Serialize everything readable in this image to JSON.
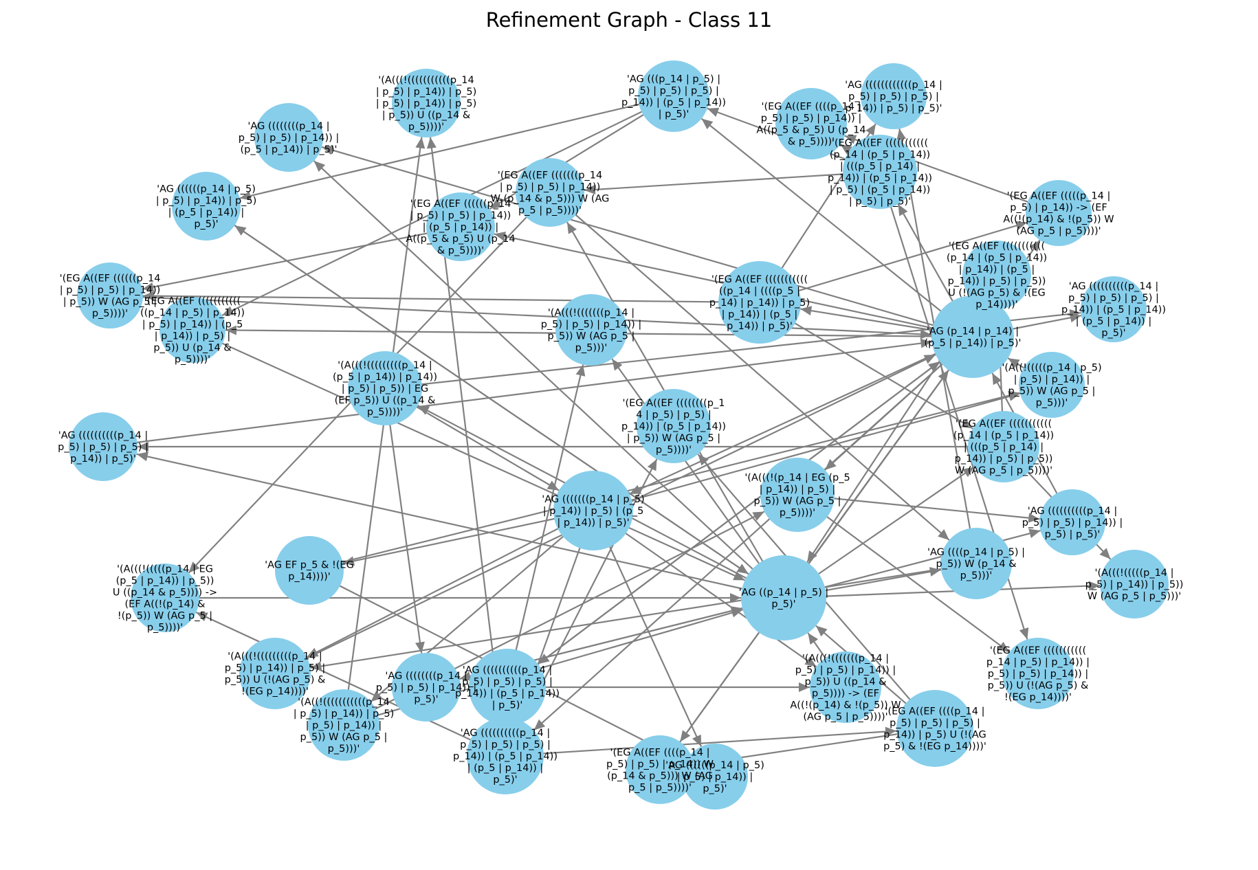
{
  "title": "Refinement Graph - Class 11",
  "colors": {
    "node": "#87ceeb",
    "edge": "#808080",
    "text": "#000000",
    "background": "#ffffff"
  },
  "nodes": [
    {
      "label": "'AG (p_14 | p_14) | (p_5 | p_14)) | p_5)'"
    },
    {
      "label": "'AG ((p_14 | p_5) | p_5)'"
    },
    {
      "label": "'AG (((((((p_14 | p_5) | p_14)) | p_5) | (p_5 | p_14)) | p_5)'"
    },
    {
      "label": "'AG ((((((((((p_14 | p_5) | p_5) | p_5) | p_14)) | (p_5 | p_14)) | (p_5 | p_14)) | p_5)'"
    },
    {
      "label": "'(EG A((EF ((((((((((((p_14 | (p_5 | p_14)) | (((p_5 | p_14) | p_14)) | (p_5 | p_14)) | p_5) | (p_5 | p_14)) | p_5) | p_5)'"
    },
    {
      "label": "'(EG A((EF (((((((((((((p_14 | ((((p_5 | p_14) | p_14)) | p_5) | p_14)) | (p_5 | p_14)) | p_5)'"
    },
    {
      "label": "'AG (((p_14 | p_5) | p_5) | p_5) | p_5) | p_14)) | (p_5 | p_14)) | p_5)'"
    },
    {
      "label": "'(EG A((EF ((((((((((((p_14 | (p_5 | p_14)) | (((p_5 | p_14) | p_14)) | p_5) | p_5)) W (AG p_5 | p_5))))'"
    },
    {
      "label": "'(A(((!(((((((((p_14 | (p_5 | p_14)) | p_14)) | p_5) | p_5)) | EG (EF p_5)) U ((p_14 & p_5))))'"
    },
    {
      "label": "'AG ((((((((((p_14 | p_5) | p_5) | p_5) | p_14)) | (p_5 | p_14)) | p_5)'"
    },
    {
      "label": "'(A((!(((((((((((p_14 | p_5) | p_14)) | p_5) | p_5) | p_14)) | p_5)) W (AG p_5 | p_5)))'"
    },
    {
      "label": "'(EG A((EF ((((p_14 | p_5) | p_5) | p_5) | p_14)) | p_5) U (!(AG p_5) & !(EG p_14))))'"
    },
    {
      "label": "'(EG A((EF (((((((p_14 | p_5) | p_5) | p_14)) W (p_14 & p_5))) W (AG p_5 | p_5))))'"
    },
    {
      "label": "'AG EF p_5 & !(EG p_14))))'"
    },
    {
      "label": "'(A(((!(p_14 | EG (p_5 | p_14)) | p_5) | p_5)) W (AG p_5 | p_5))))'"
    },
    {
      "label": "'AG ((((p_14 | p_5) | p_5)) W (p_14 & p_5)))'"
    },
    {
      "label": "'(EG A((EF ((((((p_14 | p_5) | p_5) | p_14)) | (p_5 | p_14)) | A((p_5 & p_5) U (p_14 & p_5))))'"
    },
    {
      "label": "'(EG A((EF (((((p_14 | p_5) | p_14)) -> (EF A((!(p_14) & !(p_5)) W (AG p_5 | p_5))))'"
    },
    {
      "label": "'AG ((((((p_14 | p_5) | p_5) | p_14)) | p_5) | (p_5 | p_14)) | p_5)'"
    },
    {
      "label": "'(A((!(((((p_14 | p_5) | p_5) | p_14)) | p_5)) W (AG p_5 | p_5)))'"
    },
    {
      "label": "'(EG A((EF ((((((((((((p_14 | (p_5 | p_14)) | p_14)) | (p_5 | p_14)) | p_5) | p_5)) U (!(AG p_5) & !(EG p_14))))'"
    },
    {
      "label": "'AG ((((((((((p_14 | p_5) | p_5) | p_14)) | p_5) | p_5)'"
    },
    {
      "label": "'(A(((!(((((((p_14 | p_5) | p_5) | p_14)) | p_5)) U ((p_14 & p_5)))) -> (EF A((!(p_14) & !(p_5)) W (AG p_5 | p_5))))'"
    },
    {
      "label": "'(EG A((EF ((((p_14 | p_5) | p_5) | p_14)) W (p_14 & p_5))) W (AG p_5 | p_5))))'"
    },
    {
      "label": "'AG ((((((((p_14 | p_5) | p_5) | p_14)) | p_5)'"
    },
    {
      "label": "'(A(((!(((((((((p_14 | p_5) | p_14)) | p_5) | p_5)) U (!(AG p_5) & !(EG p_14))))'"
    },
    {
      "label": "'(EG A((EF (((((((((((((p_14 | p_5) | p_14)) | p_5) | p_14)) | (p_5 | p_14)) | p_5) | p_5)) U (p_14 & p_5))))'"
    },
    {
      "label": "'AG ((((((((((p_14 | p_5) | p_5) | p_5) | p_14)) | p_5)'"
    },
    {
      "label": "'(A(((!(((((p_14 | EG (p_5 | p_14)) | p_5)) U ((p_14 & p_5)))) -> (EF A((!(p_14) & !(p_5)) W (AG p_5 | p_5))))'"
    },
    {
      "label": "'(EG A((EF ((((((p_14 | p_5) | p_5) | p_14)) | p_5)) W (AG p_5 | p_5))))'"
    },
    {
      "label": "'AG ((((((((p_14 | p_5) | p_5) | p_14)) | (p_5 | p_14)) | p_5)'"
    },
    {
      "label": "'(A(((!(((((((((((p_14 | p_5) | p_14)) | p_5) | p_5) | p_14)) | p_5) | p_5)) U ((p_14 & p_5))))'"
    },
    {
      "label": "'(EG A((EF ((((p_14 | p_5) | p_5) | p_14)) | A((p_5 & p_5) U (p_14 & p_5))))'"
    },
    {
      "label": "'AG ((((((((((p_14 | p_5) | p_5) | p_5) | p_14)) | (p_5 | p_14)) | (p_5 | p_14)) | p_5)'"
    },
    {
      "label": "'(A(((!(((((p_14 | p_5) | p_14)) | p_5)) W (AG p_5 | p_5)))'"
    },
    {
      "label": "'(EG A((EF (((((((((((p_14 | p_5) | p_14)) | p_5) | p_5) | p_14)) | p_5)) U (!(AG p_5) & !(EG p_14))))'"
    },
    {
      "label": "'AG ((((((p_14 | p_5) | p_5) | p_14)) | p_5)'"
    },
    {
      "label": "'(A(((!(((((((p_14 | p_5) | p_5) | p_14)) | p_5)) W (AG p_5 | p_5)))'"
    },
    {
      "label": "'(EG A((EF ((((((((p_14 | p_5) | p_5) | p_14)) | (p_5 | p_14)) | p_5)) W (AG p_5 | p_5))))'"
    },
    {
      "label": "'AG ((((((((((((p_14 | p_5) | p_5) | p_5) | p_14)) | p_5) | p_5)'"
    }
  ],
  "edges": [
    [
      0,
      2
    ],
    [
      0,
      3
    ],
    [
      0,
      4
    ],
    [
      0,
      5
    ],
    [
      0,
      6
    ],
    [
      0,
      9
    ],
    [
      0,
      14
    ],
    [
      0,
      16
    ],
    [
      0,
      17
    ],
    [
      0,
      20
    ],
    [
      0,
      23
    ],
    [
      0,
      26
    ],
    [
      0,
      30
    ],
    [
      0,
      33
    ],
    [
      1,
      0
    ],
    [
      1,
      7
    ],
    [
      1,
      8
    ],
    [
      1,
      12
    ],
    [
      1,
      15
    ],
    [
      1,
      18
    ],
    [
      1,
      21
    ],
    [
      1,
      24
    ],
    [
      1,
      27
    ],
    [
      1,
      30
    ],
    [
      1,
      34
    ],
    [
      1,
      37
    ],
    [
      2,
      3
    ],
    [
      2,
      10
    ],
    [
      2,
      13
    ],
    [
      2,
      19
    ],
    [
      2,
      22
    ],
    [
      2,
      25
    ],
    [
      2,
      36
    ],
    [
      3,
      11
    ],
    [
      3,
      28
    ],
    [
      3,
      31
    ],
    [
      3,
      38
    ],
    [
      4,
      6
    ],
    [
      4,
      12
    ],
    [
      4,
      32
    ],
    [
      4,
      35
    ],
    [
      5,
      7
    ],
    [
      5,
      17
    ],
    [
      5,
      29
    ],
    [
      5,
      39
    ],
    [
      6,
      16
    ],
    [
      6,
      18
    ],
    [
      6,
      26
    ],
    [
      7,
      20
    ],
    [
      7,
      27
    ],
    [
      7,
      34
    ],
    [
      8,
      2
    ],
    [
      8,
      24
    ],
    [
      8,
      33
    ],
    [
      9,
      0
    ],
    [
      9,
      22
    ],
    [
      9,
      37
    ],
    [
      10,
      1
    ],
    [
      10,
      14
    ],
    [
      10,
      31
    ],
    [
      11,
      1
    ],
    [
      11,
      23
    ],
    [
      11,
      38
    ],
    [
      12,
      15
    ],
    [
      12,
      28
    ],
    [
      13,
      19
    ],
    [
      13,
      36
    ],
    [
      14,
      21
    ],
    [
      14,
      35
    ],
    [
      15,
      25
    ],
    [
      15,
      39
    ],
    [
      16,
      29
    ],
    [
      17,
      32
    ],
    [
      18,
      1
    ],
    [
      19,
      0
    ],
    [
      20,
      1
    ],
    [
      21,
      0
    ],
    [
      22,
      1
    ],
    [
      23,
      0
    ],
    [
      24,
      1
    ],
    [
      25,
      0
    ],
    [
      26,
      1
    ],
    [
      27,
      0
    ],
    [
      28,
      1
    ],
    [
      29,
      0
    ]
  ]
}
